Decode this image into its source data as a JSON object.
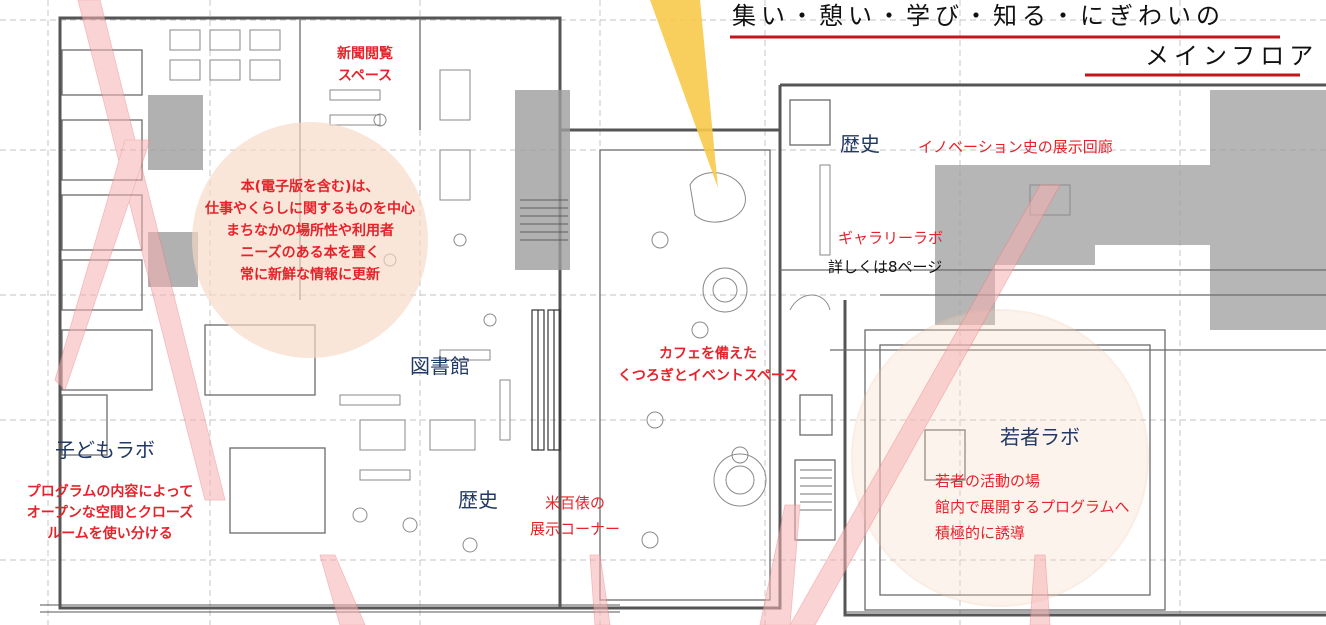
{
  "header": {
    "title_line1": "集い・憩い・学び・知る・にぎわいの",
    "title_line2": "メインフロア"
  },
  "zones": {
    "newspaper": {
      "line1": "新聞閲覧",
      "line2": "スペース"
    },
    "books": {
      "lines": [
        "本(電子版を含む)は、",
        "仕事やくらしに関するものを中心",
        "まちなかの場所性や利用者",
        "ニーズのある本を置く",
        "常に新鮮な情報に更新"
      ]
    },
    "library": "図書館",
    "kids_lab": {
      "title": "子どもラボ",
      "lines": [
        "プログラムの内容によって",
        "オープンな空間とクローズ",
        "ルームを使い分ける"
      ]
    },
    "history_left": "歴史",
    "rice_bale": {
      "line1": "米百俵の",
      "line2": "展示コーナー"
    },
    "cafe": {
      "line1": "カフェを備えた",
      "line2": "くつろぎとイベントスペース"
    },
    "history_right": "歴史",
    "innovation_corridor": "イノベーション史の展示回廊",
    "gallery_lab": "ギャラリーラボ",
    "see_page": "詳しくは8ページ",
    "youth_lab": {
      "title": "若者ラボ",
      "lines": [
        "若者の活動の場",
        "館内で展開するプログラムへ",
        "積極的に誘導"
      ]
    }
  },
  "colors": {
    "accent_red": "#e5232a",
    "navy": "#1f3864",
    "peach_fill": "#f8d9c4",
    "pink_beam": "#f6b2b2",
    "yellow_beam": "#f7c94a",
    "wall_gray": "#9e9e9e",
    "line_gray": "#6b6b6b"
  }
}
